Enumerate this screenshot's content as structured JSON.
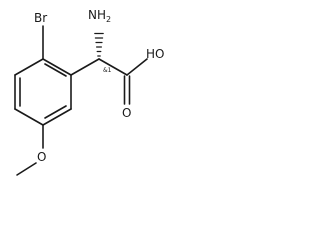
{
  "molecule": {
    "labels": {
      "bromine": "Br",
      "amine": "NH",
      "amine_subscript": "2",
      "hydroxyl": "HO",
      "carbonyl_oxygen": "O",
      "ether_oxygen": "O",
      "stereo_descriptor": "&1"
    }
  }
}
